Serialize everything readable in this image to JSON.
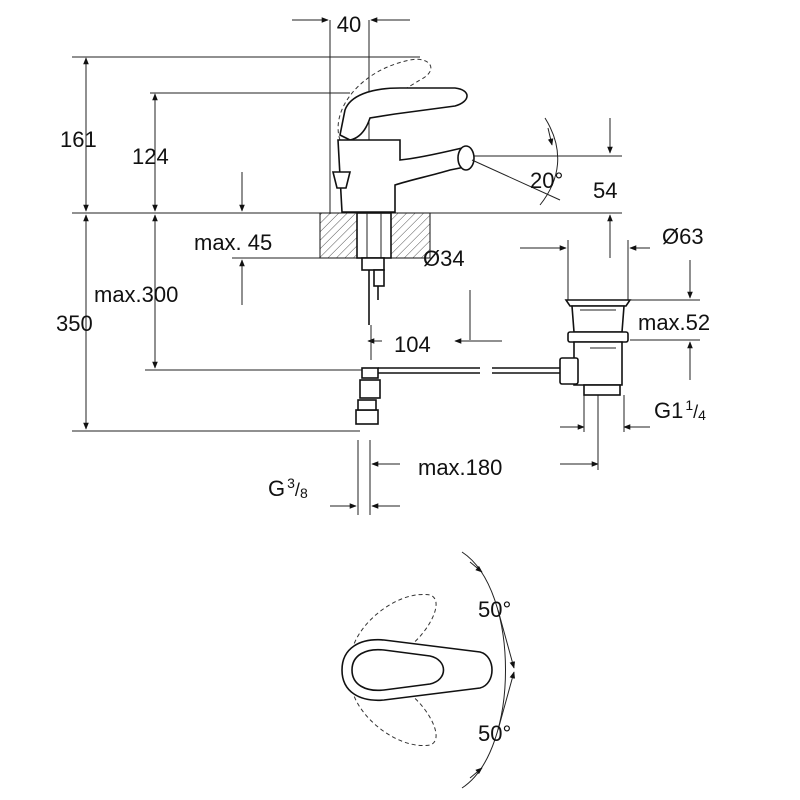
{
  "dimensions": {
    "handle_offset": "40",
    "total_height": "161",
    "spout_height": "124",
    "spout_angle": "20°",
    "spout_outlet_height": "54",
    "deck_thickness": "max. 45",
    "hole_diameter": "Ø34",
    "drain_diameter": "Ø63",
    "supply_length": "max.300",
    "overall_length": "350",
    "pop_up_height": "max.52",
    "rod_distance": "104",
    "waste_thread": "G1",
    "waste_thread_sup": "1",
    "waste_thread_sub": "4",
    "rod_length": "max.180",
    "supply_thread": "G",
    "supply_thread_sup": "3",
    "supply_thread_sub": "8"
  },
  "top_view": {
    "rotation_up": "50°",
    "rotation_down": "50°"
  }
}
